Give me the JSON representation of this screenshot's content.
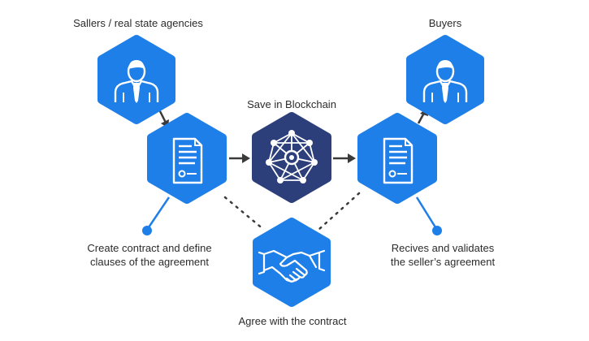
{
  "labels": {
    "sellers": "Sallers / real state agencies",
    "buyers": "Buyers",
    "blockchain": "Save in Blockchain",
    "create_line1": "Create contract and define",
    "create_line2": "clauses of the agreement",
    "validate_line1": "Recives and validates",
    "validate_line2": "the seller’s agreement",
    "agree": "Agree with the contract"
  },
  "nodes": [
    {
      "id": "sellers",
      "icon": "user-icon",
      "color": "#1f7fe8"
    },
    {
      "id": "seller-contract",
      "icon": "document-icon",
      "color": "#1f7fe8"
    },
    {
      "id": "blockchain",
      "icon": "network-icon",
      "color": "#2d3f7a"
    },
    {
      "id": "buyer-contract",
      "icon": "document-icon",
      "color": "#1f7fe8"
    },
    {
      "id": "buyers",
      "icon": "user-icon",
      "color": "#1f7fe8"
    },
    {
      "id": "agreement",
      "icon": "handshake-icon",
      "color": "#1f7fe8"
    }
  ],
  "colors": {
    "accent": "#1f7fe8",
    "dark": "#2d3f7a",
    "line": "#3a3a3a"
  }
}
